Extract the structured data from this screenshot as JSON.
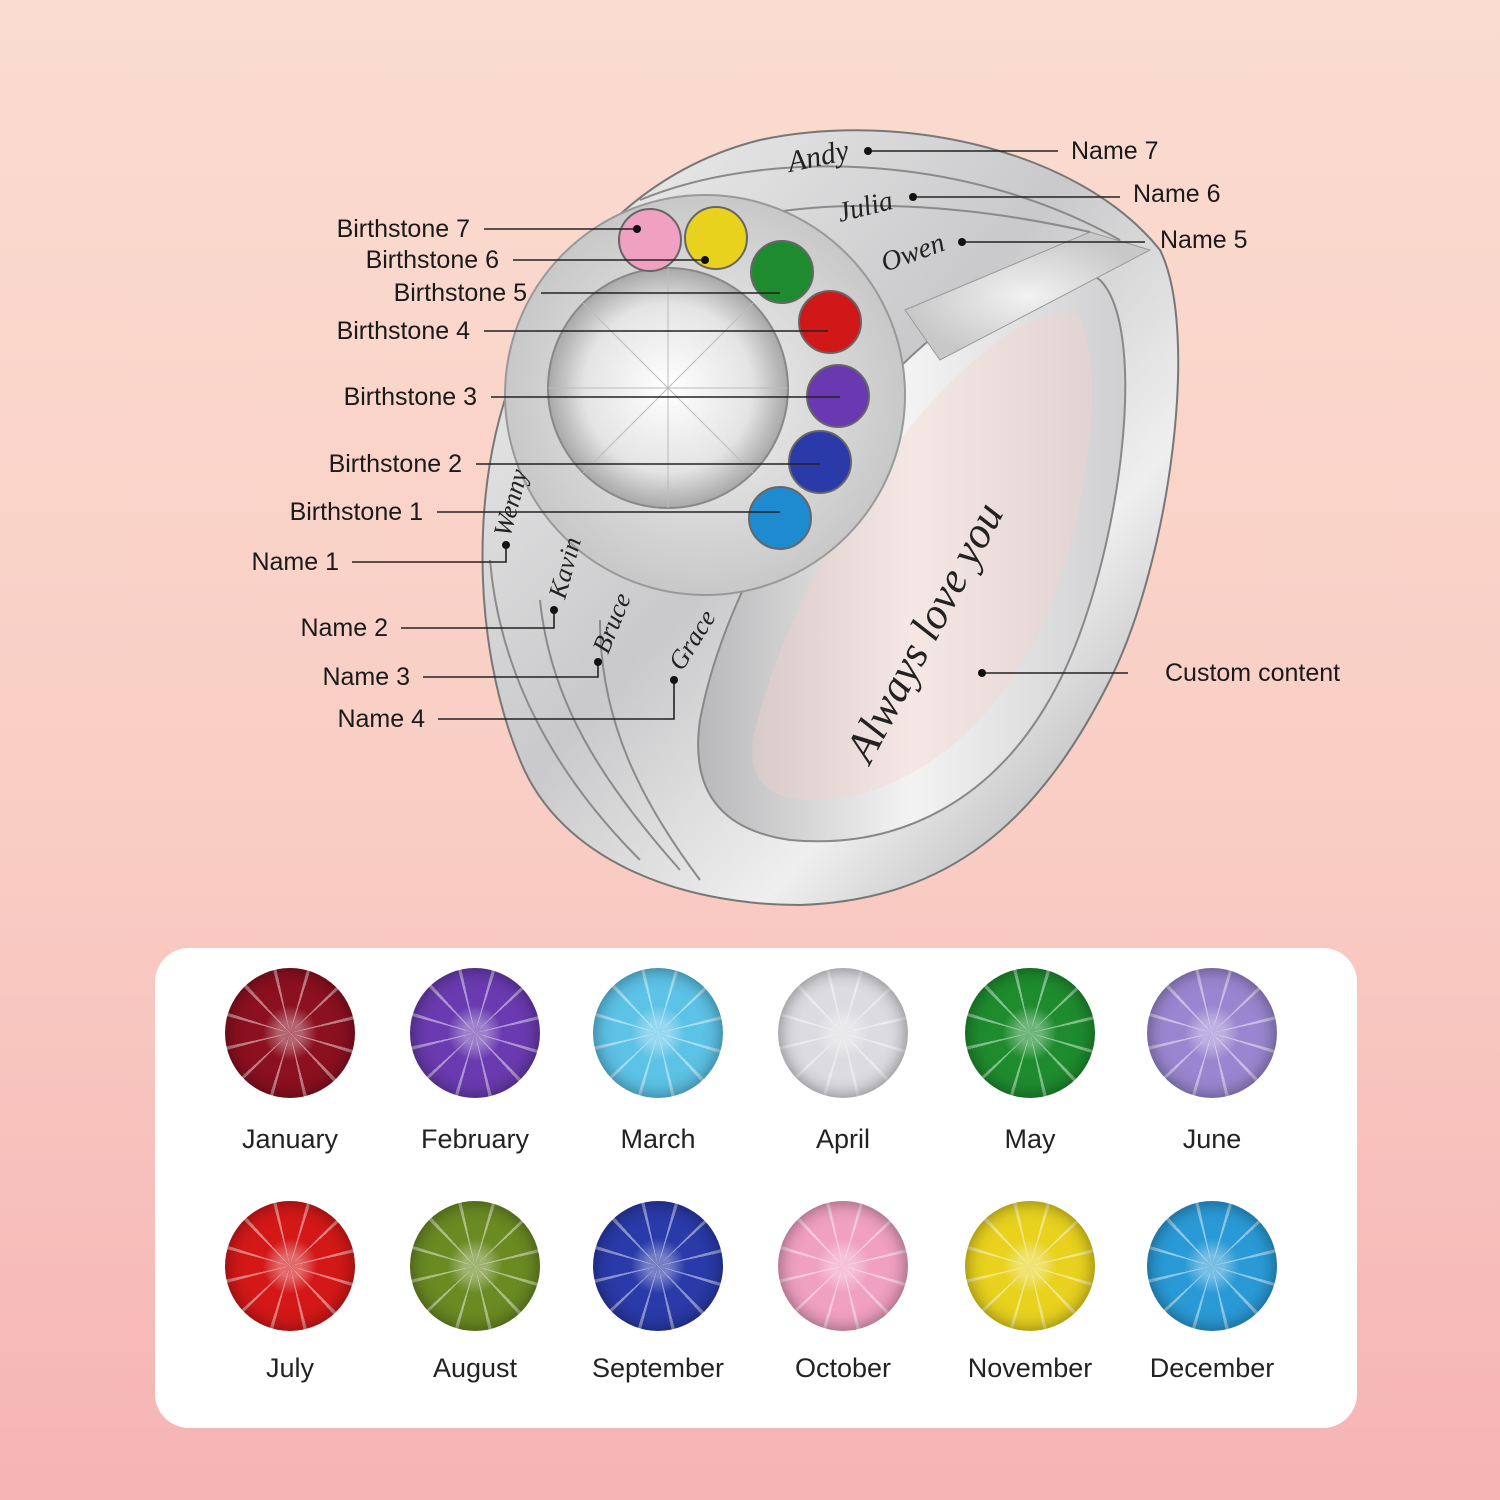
{
  "ring": {
    "engravings": {
      "name1": "Wenny",
      "name2": "Kavin",
      "name3": "Bruce",
      "name4": "Grace",
      "name5": "Owen",
      "name6": "Julia",
      "name7": "Andy",
      "inner": "Always love you"
    },
    "labels": {
      "name7": "Name 7",
      "name6": "Name 6",
      "name5": "Name 5",
      "birthstone7": "Birthstone 7",
      "birthstone6": "Birthstone 6",
      "birthstone5": "Birthstone 5",
      "birthstone4": "Birthstone 4",
      "birthstone3": "Birthstone 3",
      "birthstone2": "Birthstone 2",
      "birthstone1": "Birthstone 1",
      "name1": "Name 1",
      "name2": "Name 2",
      "name3": "Name 3",
      "name4": "Name 4",
      "custom": "Custom content"
    },
    "stone_colors": [
      "#1e8ad0",
      "#2a3aa8",
      "#6a38b0",
      "#d01818",
      "#1e8c2e",
      "#e8d21e",
      "#f0a0c0"
    ]
  },
  "birthstones": [
    {
      "month": "January",
      "color": "#8b1020"
    },
    {
      "month": "February",
      "color": "#6a3bb0"
    },
    {
      "month": "March",
      "color": "#5cc2e6"
    },
    {
      "month": "April",
      "color": "#dcdce0"
    },
    {
      "month": "May",
      "color": "#1e8c2e"
    },
    {
      "month": "June",
      "color": "#9a86d0"
    },
    {
      "month": "July",
      "color": "#d41818"
    },
    {
      "month": "August",
      "color": "#6a8a22"
    },
    {
      "month": "September",
      "color": "#2a3aa8"
    },
    {
      "month": "October",
      "color": "#f0a0c0"
    },
    {
      "month": "November",
      "color": "#e8d21e"
    },
    {
      "month": "December",
      "color": "#2a9ad6"
    }
  ]
}
